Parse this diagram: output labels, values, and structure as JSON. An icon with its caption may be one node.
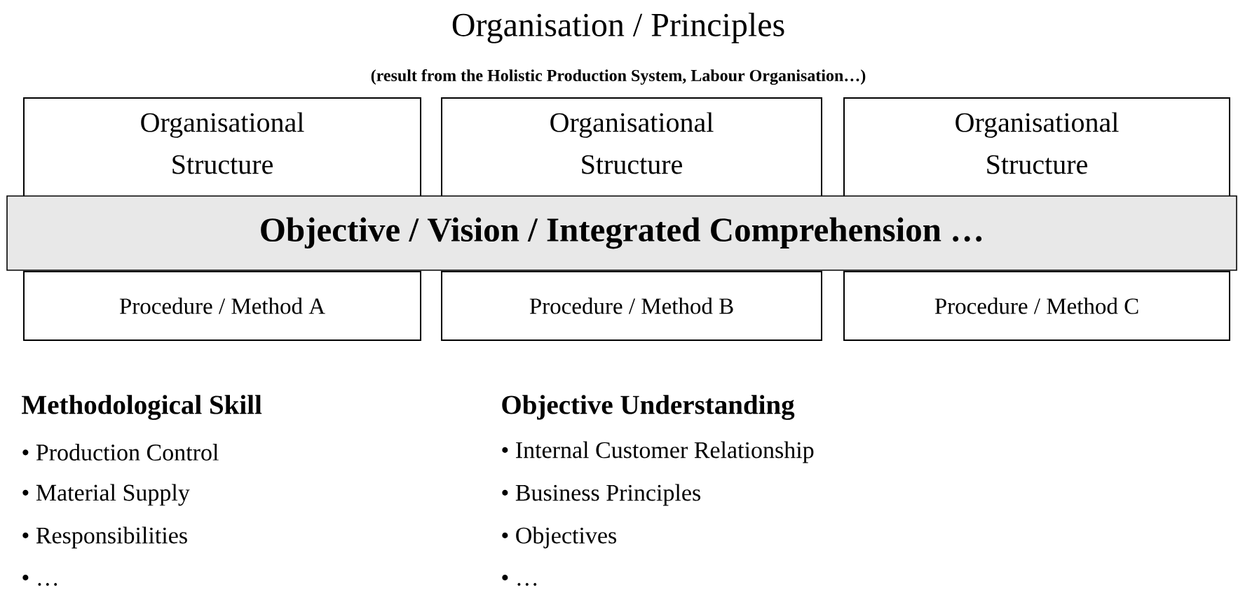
{
  "diagram": {
    "title": "Organisation / Principles",
    "nodes": [
      {
        "text": [
          "Organisational Structure"
        ]
      },
      {
        "text": [
          "Organisational Structure"
        ]
      },
      {
        "text": [
          "Organisational Structure"
        ]
      },
      {
        "text": [
          "Objective / Vision / Integrated Comprehension …"
        ]
      },
      {
        "text": [
          "Procedure / Method A"
        ]
      },
      {
        "text": [
          "Procedure / Method B"
        ]
      },
      {
        "text": [
          "Procedure / Method C"
        ]
      }
    ],
    "labels": [
      "(result from the Holistic Production System,  Labour Organisation…)",
      "Methodological Skill",
      "• Production Control",
      "• Material Supply",
      "• Responsibilities",
      "• …",
      "Objective Understanding",
      "• Internal Customer Relationship",
      "• Business Principles",
      "• Objectives",
      "• …"
    ]
  }
}
